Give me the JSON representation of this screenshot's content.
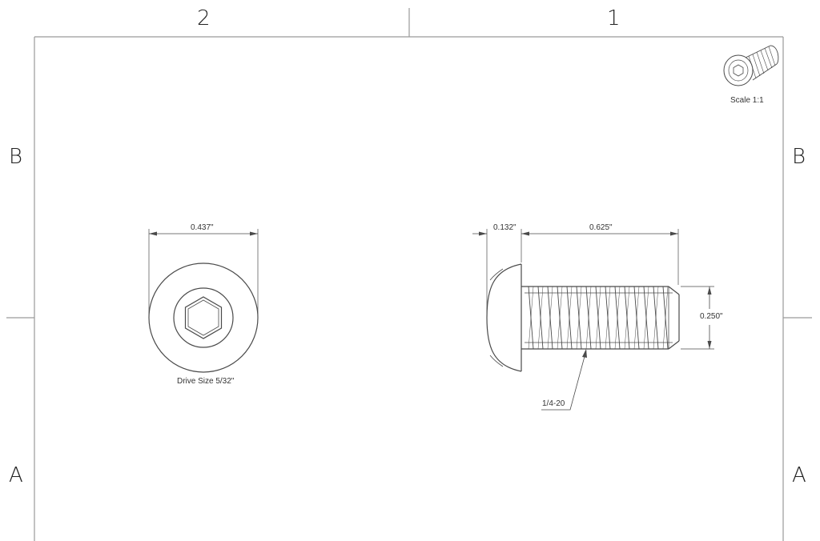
{
  "zones": {
    "col_left": "2",
    "col_right": "1",
    "row_top_left": "B",
    "row_top_right": "B",
    "row_bottom_left": "A",
    "row_bottom_right": "A"
  },
  "front_view": {
    "diameter_dim": "0.437\"",
    "drive_note": "Drive Size 5/32\""
  },
  "side_view": {
    "head_height_dim": "0.132\"",
    "length_dim": "0.625\"",
    "thread_dia_dim": "0.250\"",
    "thread_callout": "1/4-20"
  },
  "iso_view": {
    "scale_label": "Scale 1:1"
  },
  "colors": {
    "line": "#4a4a4a",
    "border": "#9a9a9a"
  }
}
